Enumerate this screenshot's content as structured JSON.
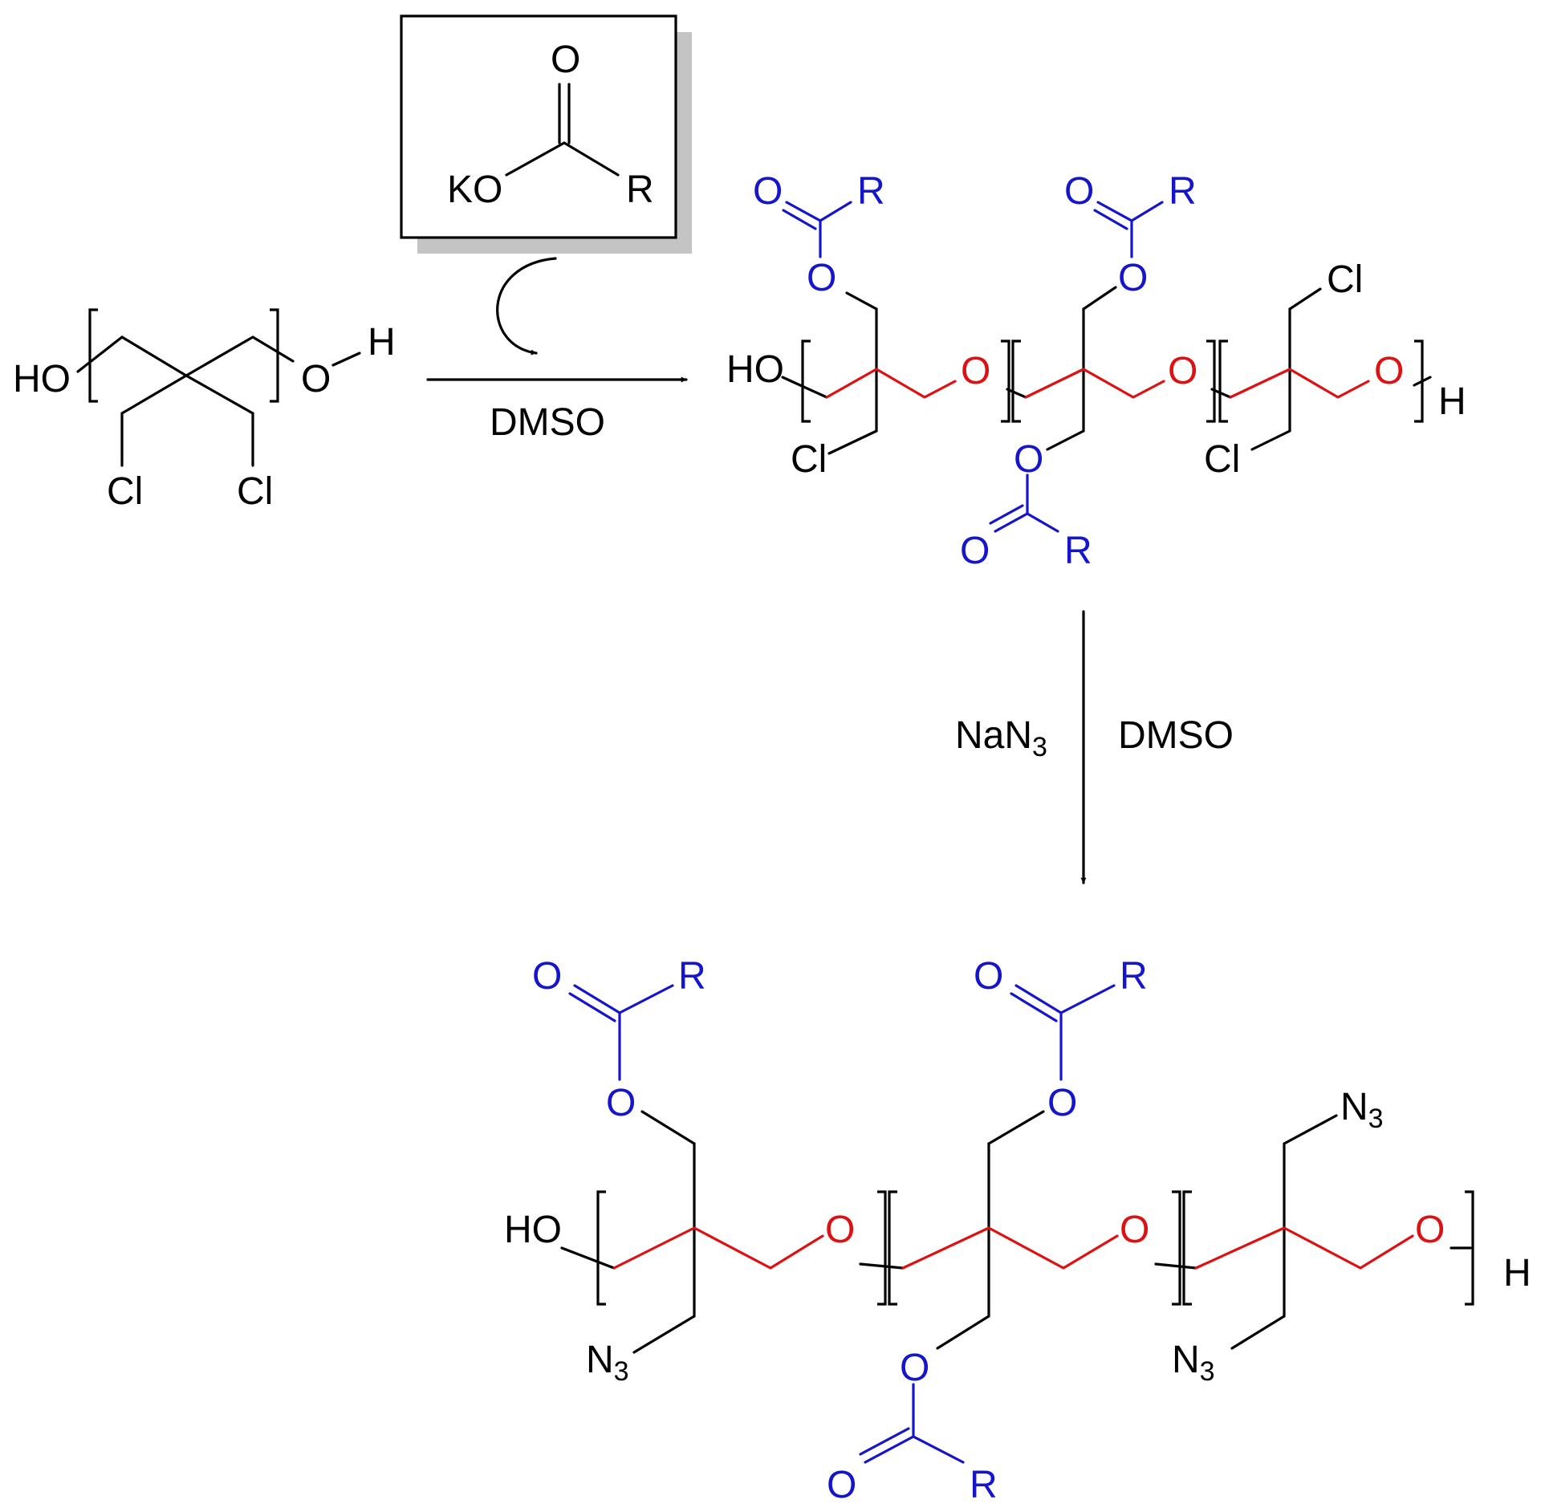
{
  "colors": {
    "black": "#000000",
    "red": "#dd1111",
    "blue": "#1515cc",
    "shadow": "#c4c4c4"
  },
  "monomer": {
    "ho": "HO",
    "o": "O",
    "h": "H",
    "cl_left": "Cl",
    "cl_right": "Cl"
  },
  "reagent_box": {
    "o": "O",
    "ko": "KO",
    "r": "R"
  },
  "step1": {
    "solvent": "DMSO"
  },
  "intermediate": {
    "ho": "HO",
    "h": "H",
    "o_backbone_1": "O",
    "o_backbone_2": "O",
    "o_backbone_3": "O",
    "cl_1": "Cl",
    "cl_2": "Cl",
    "cl_3": "Cl",
    "ester_1": {
      "o_ether": "O",
      "o_carbonyl": "O",
      "r": "R"
    },
    "ester_2": {
      "o_ether": "O",
      "o_carbonyl": "O",
      "r": "R"
    },
    "ester_3": {
      "o_ether": "O",
      "o_carbonyl": "O",
      "r": "R"
    }
  },
  "step2": {
    "reagent": "NaN",
    "reagent_sub": "3",
    "solvent": "DMSO"
  },
  "product": {
    "ho": "HO",
    "h": "H",
    "o_backbone_1": "O",
    "o_backbone_2": "O",
    "o_backbone_3": "O",
    "azide_1": "N",
    "azide_1_sub": "3",
    "azide_2": "N",
    "azide_2_sub": "3",
    "azide_3": "N",
    "azide_3_sub": "3",
    "ester_1": {
      "o_ether": "O",
      "o_carbonyl": "O",
      "r": "R"
    },
    "ester_2": {
      "o_ether": "O",
      "o_carbonyl": "O",
      "r": "R"
    },
    "ester_3": {
      "o_ether": "O",
      "o_carbonyl": "O",
      "r": "R"
    }
  }
}
